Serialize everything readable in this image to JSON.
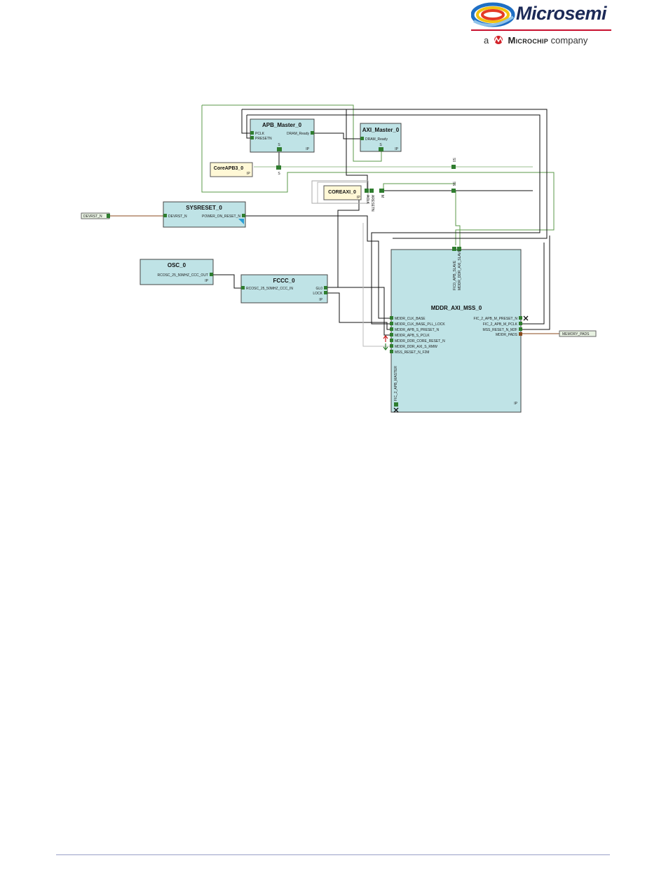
{
  "header": {
    "logo_word": "Microsemi",
    "sub_prefix": "a",
    "sub_brand": "Microchip",
    "sub_suffix": "company"
  },
  "diagram": {
    "blocks": {
      "apb_master": {
        "title": "APB_Master_0",
        "ports_left": [
          "PCLK",
          "PRESETN"
        ],
        "port_right": "DRAM_Ready"
      },
      "axi_master": {
        "title": "AXI_Master_0",
        "port_left": "DRAM_Ready"
      },
      "coreapb3": {
        "title": "CoreAPB3_0"
      },
      "coreaxi": {
        "title": "COREAXI_0",
        "pins": [
          "ACLK",
          "ARESETN"
        ],
        "bus_label": "M"
      },
      "sysreset": {
        "title": "SYSRESET_0",
        "port_left": "DEVRST_N",
        "port_right": "POWER_ON_RESET_N"
      },
      "osc": {
        "title": "OSC_0",
        "port_right": "RCOSC_25_50MHZ_CCC_OUT"
      },
      "fccc": {
        "title": "FCCC_0",
        "port_left": "RCOSC_25_50MHZ_CCC_IN",
        "ports_right": [
          "GL0",
          "LOCK"
        ]
      },
      "mddr": {
        "title": "MDDR_AXI_MSS_0",
        "top_ports": [
          "FIC0_APB_SLAVE",
          "MDDR_DDR_AXI_SLAVE"
        ],
        "ports_left": [
          "MDDR_CLK_BASE",
          "MDDR_CLK_BASE_PLL_LOCK",
          "MDDR_APB_S_PRESET_N",
          "MDDR_APB_S_PCLK",
          "MDDR_DDR_CORE_RESET_N",
          "MDDR_DDR_AXI_S_RMW",
          "MSS_RESET_N_F2M"
        ],
        "ports_right": [
          "FIC_2_APB_M_PRESET_N",
          "FIC_2_APB_M_PCLK",
          "MSS_RESET_N_M2F",
          "MDDR_PADS"
        ],
        "bottom_port": "FIC_2_APB_MASTER"
      }
    },
    "bus_labels": {
      "apb_s": "S",
      "apb_s2": "S",
      "apb_s_low": "S",
      "axi_s": "S",
      "slot_s0": "S0",
      "slot_s6": "S6"
    },
    "io_pins": {
      "devrst": "DEVRST_N",
      "memory_pads": "MEMORY_PADS"
    },
    "ip_tag": "IP",
    "colors": {
      "block_fill": "#bfe3e6",
      "ip_fill": "#fff8d6",
      "wire_black": "#111111",
      "wire_green": "#5b9a4a",
      "port_green": "#2f7d2f",
      "pad_brown": "#8b4a1c"
    }
  }
}
